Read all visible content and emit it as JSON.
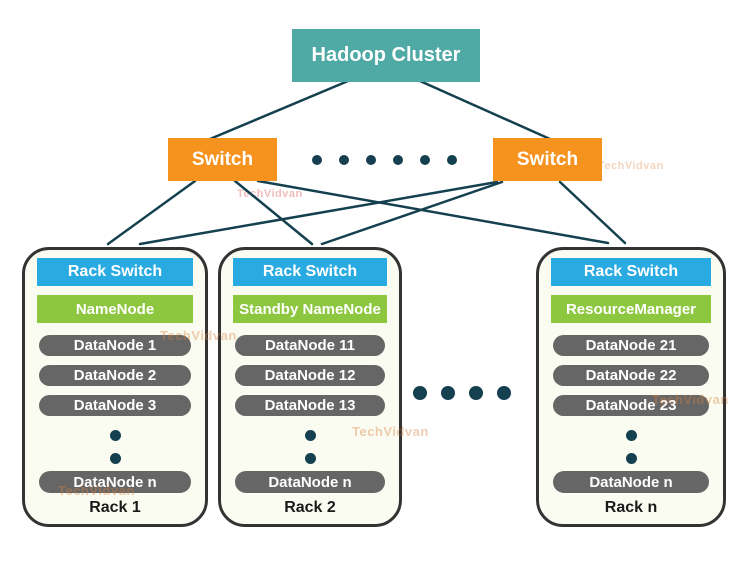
{
  "diagram_title": "Hadoop Cluster",
  "switches": {
    "left": "Switch",
    "right": "Switch"
  },
  "racks": [
    {
      "rack_switch": "Rack Switch",
      "master_node": "NameNode",
      "datanodes": [
        "DataNode 1",
        "DataNode 2",
        "DataNode 3"
      ],
      "last_datanode": "DataNode n",
      "label": "Rack 1"
    },
    {
      "rack_switch": "Rack Switch",
      "master_node": "Standby NameNode",
      "datanodes": [
        "DataNode 11",
        "DataNode 12",
        "DataNode 13"
      ],
      "last_datanode": "DataNode n",
      "label": "Rack 2"
    },
    {
      "rack_switch": "Rack Switch",
      "master_node": "ResourceManager",
      "datanodes": [
        "DataNode 21",
        "DataNode 22",
        "DataNode 23"
      ],
      "last_datanode": "DataNode n",
      "label": "Rack n"
    }
  ],
  "watermark_text": "TechVidvan",
  "colors": {
    "cluster_teal": "#4FA9A4",
    "switch_orange": "#F6921E",
    "rack_switch_blue": "#29ABE2",
    "master_green": "#8DC63F",
    "datanode_gray": "#666666",
    "line_dark": "#14404F",
    "rack_background": "#FBFCF1"
  }
}
